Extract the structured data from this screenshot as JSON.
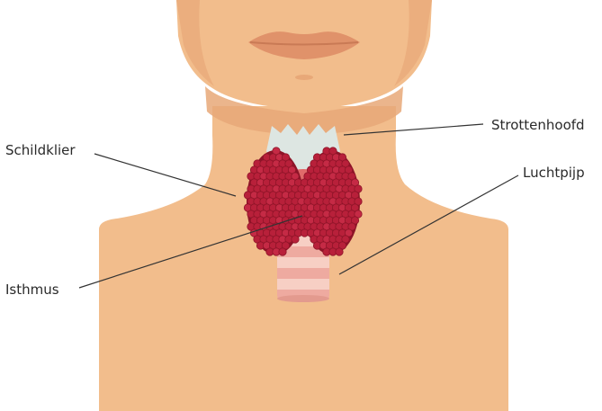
{
  "labels": {
    "thyroid": "Schildklier",
    "larynx": "Strottenhoofd",
    "trachea": "Luchtpijp",
    "isthmus": "Isthmus"
  },
  "colors": {
    "skin": "#f2bd8c",
    "skin_shadow": "#e8a878",
    "lips": "#e0926a",
    "cartilage": "#dde6e2",
    "trachea_ring": "#eeaaa0",
    "trachea_band": "#f7cfc4",
    "thyroid": "#b8203a",
    "thyroid_dark": "#8e1428",
    "line": "#333333"
  }
}
